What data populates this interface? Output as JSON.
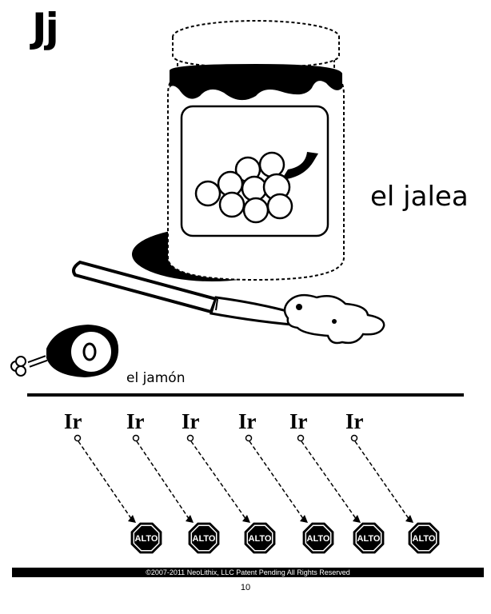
{
  "header": {
    "letter": "Jj"
  },
  "words": {
    "jalea": "el jalea",
    "jamon": "el jamón"
  },
  "tracing": {
    "start_label": "Ir",
    "stop_label": "ALTO",
    "count": 6
  },
  "footer": {
    "copyright": "©2007-2011  NeoLithix, LLC  Patent Pending  All Rights Reserved",
    "page_number": "10"
  }
}
